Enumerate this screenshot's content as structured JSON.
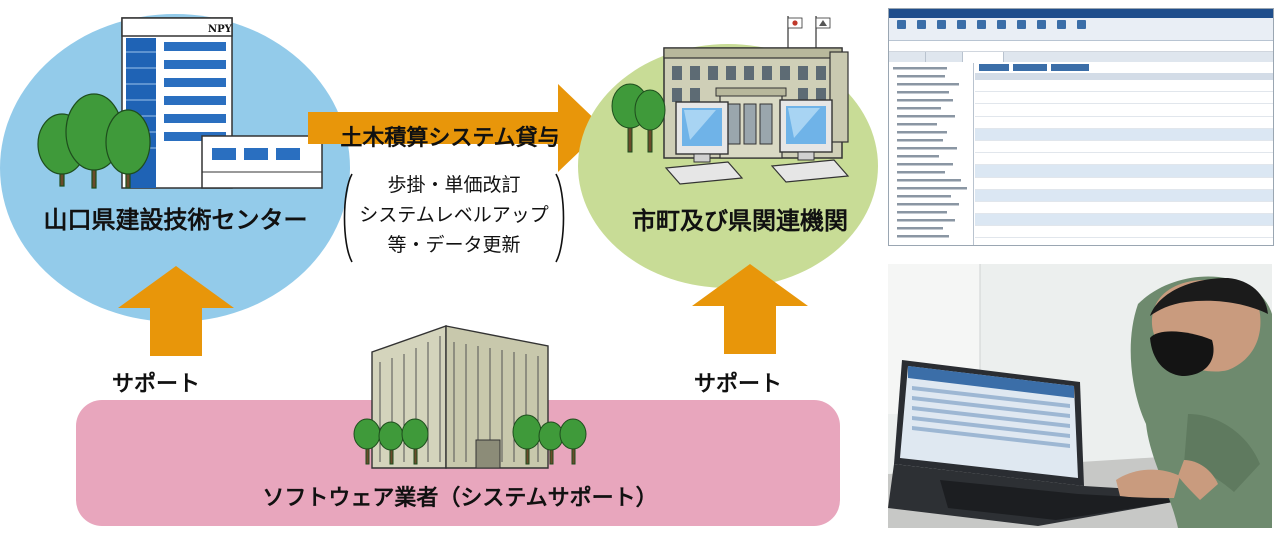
{
  "diagram": {
    "center_label": "山口県建設技術センター",
    "building_sign": "NPY",
    "city_label": "市町及び県関連機関",
    "vendor_label": "ソフトウェア業者（システムサポート）",
    "loan_label": "土木積算システム貸与",
    "update_lines": [
      "歩掛・単価改訂",
      "システムレベルアップ",
      "等・データ更新"
    ],
    "paren_left": "(",
    "paren_right": ")",
    "support_left": "サポート",
    "support_right": "サポート"
  },
  "colors": {
    "center_ellipse": "#93cbea",
    "city_ellipse": "#c8dc96",
    "vendor_box": "#e8a6bd",
    "arrow": "#e8960a",
    "tree_green": "#3f9a3a"
  }
}
